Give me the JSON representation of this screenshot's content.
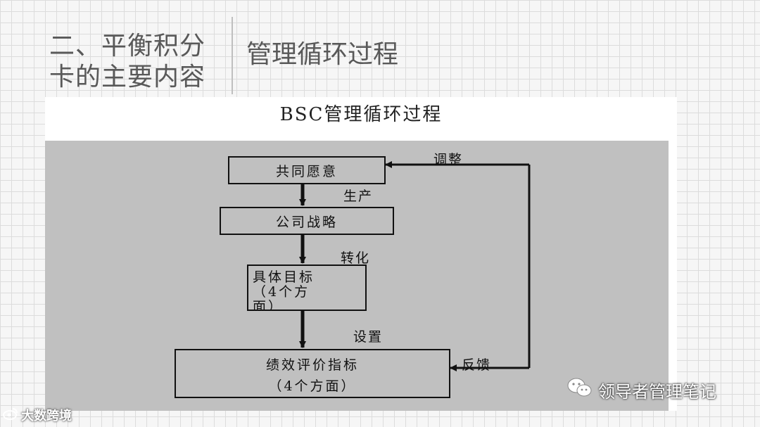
{
  "header": {
    "section_title_line1": "二、平衡积分",
    "section_title_line2": "卡的主要内容",
    "slide_title": "管理循环过程"
  },
  "figure": {
    "caption": "BSC管理循环过程",
    "nodes": {
      "vision": "共同愿意",
      "strategy": "公司战略",
      "objectives_line1": "具体目标",
      "objectives_line2": "（4个方",
      "objectives_line3": "面）",
      "kpi_line1": "绩效评价指标",
      "kpi_line2": "（4个方面）"
    },
    "edges": {
      "produce": "生产",
      "transform": "转化",
      "set": "设置",
      "feedback": "反馈",
      "adjust": "调整"
    }
  },
  "watermarks": {
    "left": "大数跨境",
    "right": "领导者管理笔记"
  },
  "icons": [
    "weibo-icon",
    "wechat-icon"
  ]
}
